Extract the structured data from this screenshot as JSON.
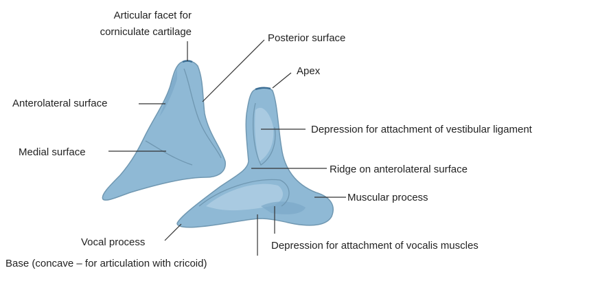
{
  "title": "Arytenoid cartilage",
  "labels": {
    "articular_facet_line1": "Articular facet for",
    "articular_facet_line2": "corniculate cartilage",
    "posterior_surface": "Posterior surface",
    "apex": "Apex",
    "anterolateral_surface": "Anterolateral surface",
    "vestibular_depression": "Depression for attachment of vestibular ligament",
    "medial_surface": "Medial surface",
    "ridge": "Ridge on anterolateral surface",
    "muscular_process": "Muscular process",
    "vocal_process": "Vocal process",
    "vocalis_depression": "Depression for attachment of vocalis muscles",
    "base": "Base (concave – for articulation with cricoid)"
  },
  "colors": {
    "cartilage": "#8fb9d5",
    "outline": "#6f97b1",
    "text": "#222222"
  }
}
